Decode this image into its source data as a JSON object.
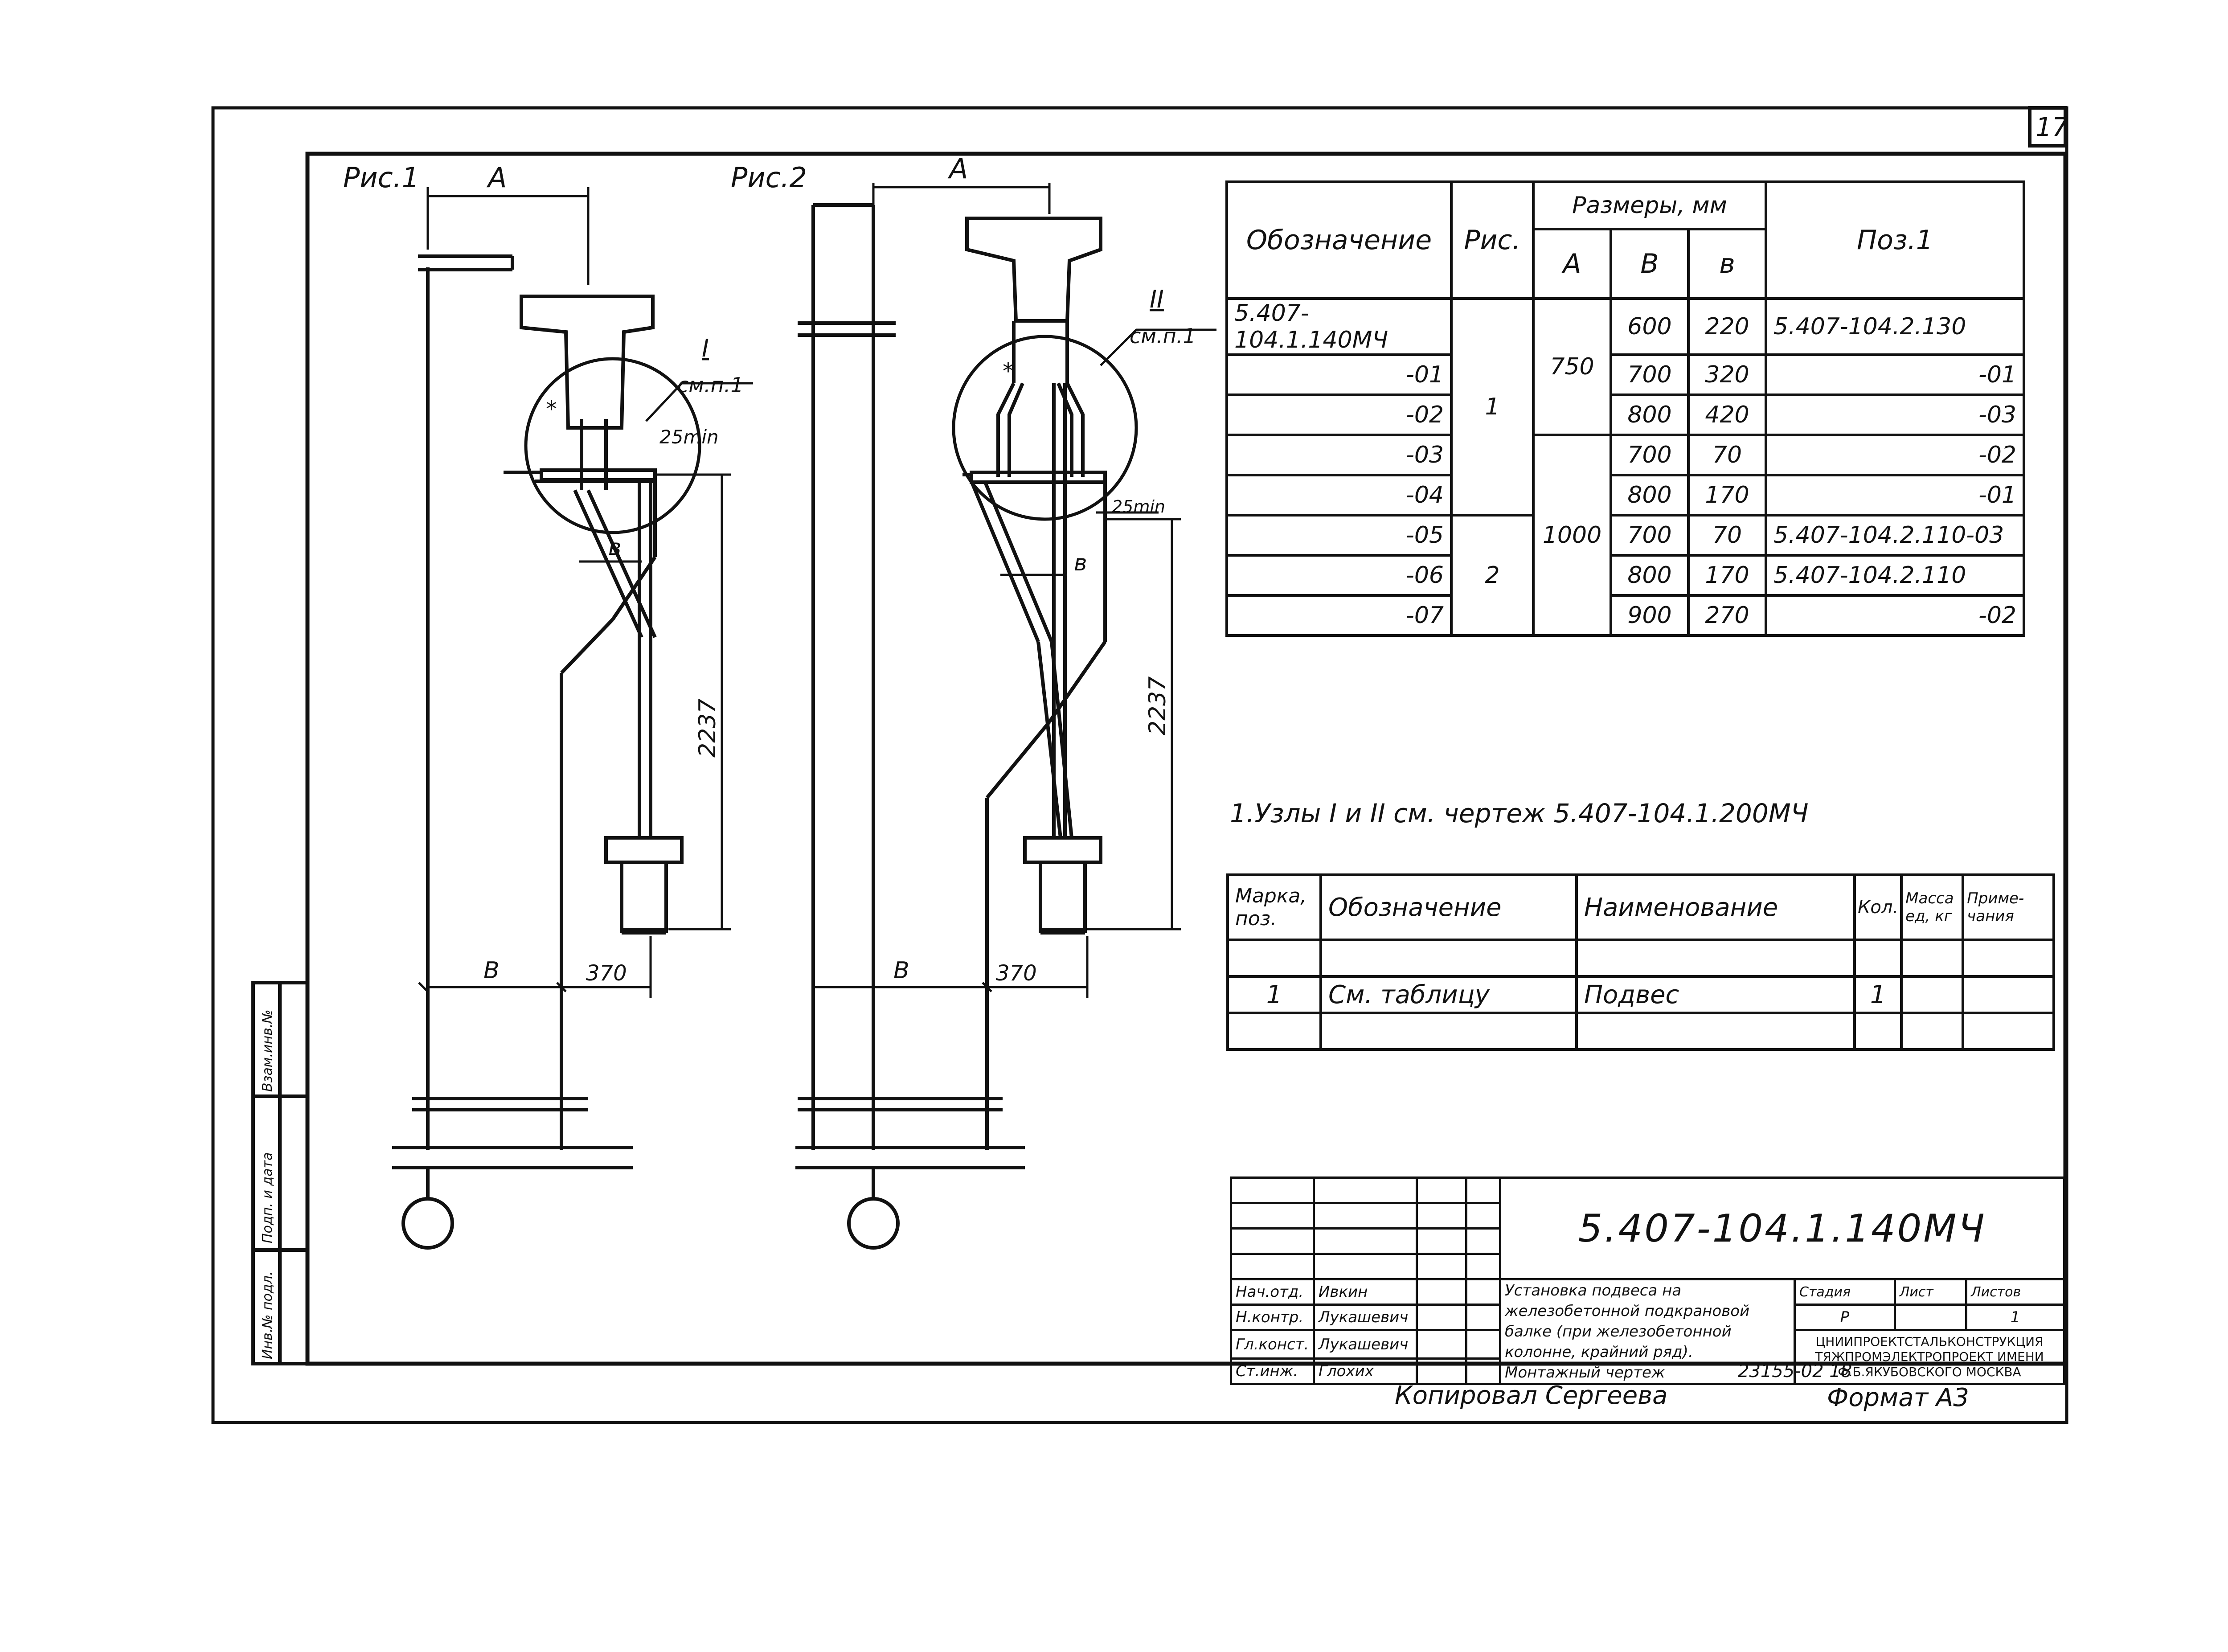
{
  "sheet": {
    "sheet_number": "17",
    "fig1_label": "Рис.1",
    "fig2_label": "Рис.2",
    "dim_A": "A",
    "dim_B": "В",
    "dim_b": "в",
    "dim_370": "370",
    "dim_2237": "2237",
    "dim_25min": "25min",
    "node_1": "I",
    "node_2": "II",
    "node_ref_1": "см.п.1",
    "node_ref_2": "см.п.1",
    "star": "*",
    "note": "1.Узлы I и II см. чертеж 5.407-104.1.200МЧ",
    "copied_by": "Копировал Сергеева",
    "format": "Формат А3",
    "inventory_number": "23155-02 18"
  },
  "spec_table": {
    "headers": {
      "designation": "Обозначение",
      "fig": "Рис.",
      "sizes": "Размеры, мм",
      "a": "А",
      "b_big": "В",
      "b_small": "в",
      "pos1": "Поз.1"
    },
    "rows": [
      {
        "designation": "5.407-104.1.140МЧ",
        "b_big": "600",
        "b_small": "220",
        "pos1": "5.407-104.2.130"
      },
      {
        "designation": "-01",
        "b_big": "700",
        "b_small": "320",
        "pos1": "-01"
      },
      {
        "designation": "-02",
        "b_big": "800",
        "b_small": "420",
        "pos1": "-03"
      },
      {
        "designation": "-03",
        "b_big": "700",
        "b_small": "70",
        "pos1": "-02"
      },
      {
        "designation": "-04",
        "b_big": "800",
        "b_small": "170",
        "pos1": "-01"
      },
      {
        "designation": "-05",
        "b_big": "700",
        "b_small": "70",
        "pos1": "5.407-104.2.110-03"
      },
      {
        "designation": "-06",
        "b_big": "800",
        "b_small": "170",
        "pos1": "5.407-104.2.110"
      },
      {
        "designation": "-07",
        "b_big": "900",
        "b_small": "270",
        "pos1": "-02"
      }
    ],
    "merged": {
      "fig_1": "1",
      "fig_2": "2",
      "a_750": "750",
      "a_1000": "1000"
    }
  },
  "parts_table": {
    "headers": {
      "mark": "Марка, поз.",
      "designation": "Обозначение",
      "name": "Наименование",
      "qty": "Кол.",
      "mass": "Масса ед, кг",
      "note": "Приме- чания"
    },
    "row": {
      "mark": "1",
      "designation": "См. таблицу",
      "name": "Подвес",
      "qty": "1",
      "mass": "",
      "note": ""
    }
  },
  "stamp": {
    "code": "5.407-104.1.140МЧ",
    "title": "Установка подвеса на железобетонной подкрановой балке (при железобетонной колонне, крайний ряд). Монтажный чертеж",
    "stage_label": "Стадия",
    "sheet_label": "Лист",
    "sheets_label": "Листов",
    "stage": "Р",
    "sheet": "",
    "sheets": "1",
    "org": "ЦНИИПРОЕКТСТАЛЬКОНСТРУКЦИЯ ТЯЖПРОМЭЛЕКТРОПРОЕКТ ИМЕНИ Ф.Б.ЯКУБОВСКОГО МОСКВА",
    "signers": [
      {
        "role": "Нач.отд.",
        "name": "Ивкин"
      },
      {
        "role": "Н.контр.",
        "name": "Лукашевич"
      },
      {
        "role": "Гл.конст.",
        "name": "Лукашевич"
      },
      {
        "role": "Ст.инж.",
        "name": "Глохих"
      }
    ]
  },
  "side_stamp": [
    "Инв.№ подл.",
    "Подп. и дата",
    "Взам.инв.№"
  ]
}
